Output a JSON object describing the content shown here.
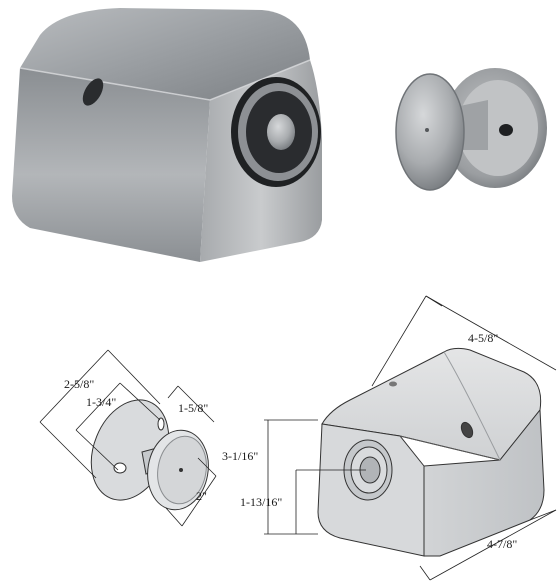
{
  "figure": {
    "dimensions": {
      "plate_diameter": "2-5/8\"",
      "plate_bolt_spacing": "1-3/4\"",
      "armature_depth": "1-5/8\"",
      "armature_face": "2\"",
      "housing_width": "4-5/8\"",
      "housing_depth": "4-7/8\"",
      "housing_height": "3-1/16\"",
      "magnet_center_height": "1-13/16\""
    }
  }
}
